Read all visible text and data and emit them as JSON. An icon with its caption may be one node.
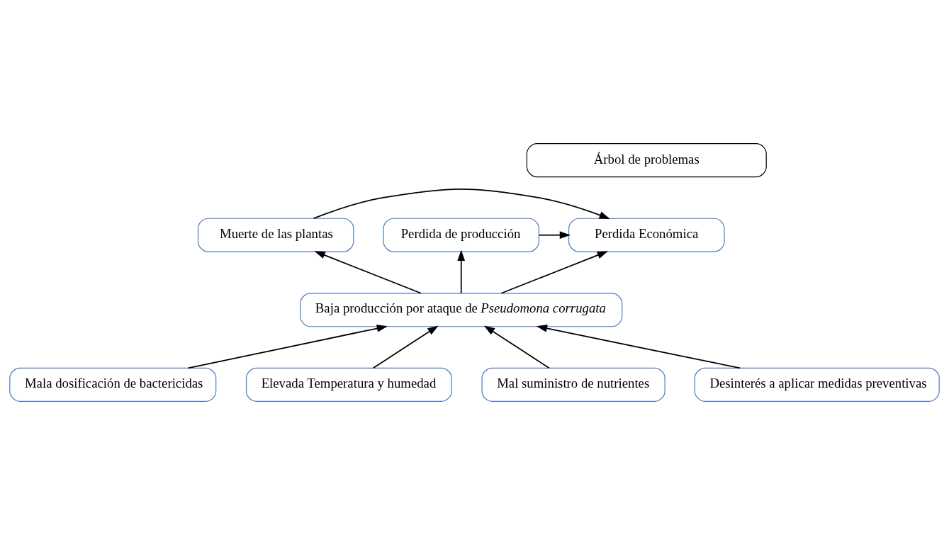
{
  "diagram": {
    "nodes": [
      {
        "text": [
          "Árbol de problemas"
        ]
      },
      {
        "text": [
          "Muerte de las plantas"
        ]
      },
      {
        "text": [
          "Perdida Económica"
        ]
      },
      {
        "text": [
          "Perdida de producción"
        ]
      },
      {
        "text": [
          "Baja producción por ataque de *Pseudomona corrugata*"
        ]
      },
      {
        "text": [
          "Mala dosificación de bactericidas"
        ]
      },
      {
        "text": [
          "Elevada Temperatura y humedad"
        ]
      },
      {
        "text": [
          "Mal suministro de nutrientes"
        ]
      },
      {
        "text": [
          "Desinterés a aplicar medidas preventivas"
        ]
      }
    ],
    "edges": [
      {
        "from": 1,
        "to": 2,
        "arrow": "to"
      },
      {
        "from": 3,
        "to": 2,
        "arrow": "to"
      },
      {
        "from": 4,
        "to": 1,
        "arrow": "to"
      },
      {
        "from": 4,
        "to": 2,
        "arrow": "to"
      },
      {
        "from": 4,
        "to": 3,
        "arrow": "to"
      },
      {
        "from": 5,
        "to": 4,
        "arrow": "to"
      },
      {
        "from": 6,
        "to": 4,
        "arrow": "to"
      },
      {
        "from": 7,
        "to": 4,
        "arrow": "to"
      },
      {
        "from": 8,
        "to": 4,
        "arrow": "to"
      }
    ]
  }
}
